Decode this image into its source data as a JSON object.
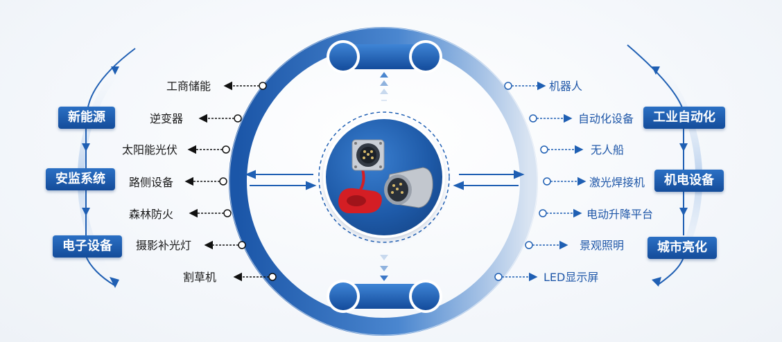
{
  "left_items": [
    "工商储能",
    "逆变器",
    "太阳能光伏",
    "路侧设备",
    "森林防火",
    "摄影补光灯",
    "割草机"
  ],
  "right_items": [
    "机器人",
    "自动化设备",
    "无人船",
    "激光焊接机",
    "电动升降平台",
    "景观照明",
    "LED显示屏"
  ],
  "left_categories": [
    "新能源",
    "安监系统",
    "电子设备"
  ],
  "right_categories": [
    "工业自动化",
    "机电设备",
    "城市亮化"
  ],
  "colors": {
    "primary": "#1f5fb3",
    "dark": "#144c9a",
    "text": "#1a1a1a",
    "accent_text": "#1f57a8"
  }
}
